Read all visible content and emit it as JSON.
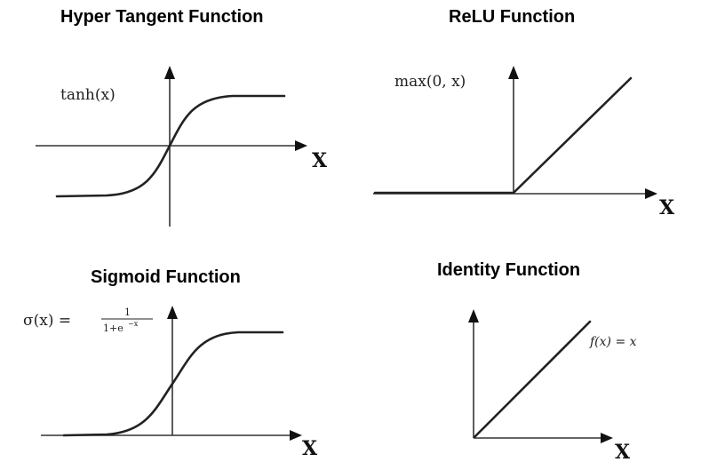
{
  "panels": [
    {
      "title": "Hyper Tangent Function",
      "formula": "tanh(x)",
      "axis_label": "X"
    },
    {
      "title": "ReLU Function",
      "formula": "max(0, x)",
      "axis_label": "X"
    },
    {
      "title": "Sigmoid Function",
      "formula_lhs": "σ(x) =",
      "formula_num": "1",
      "formula_den": "1+e",
      "formula_exp": "−x",
      "axis_label": "X"
    },
    {
      "title": "Identity Function",
      "formula": "f(x) = x",
      "axis_label": "X"
    }
  ]
}
